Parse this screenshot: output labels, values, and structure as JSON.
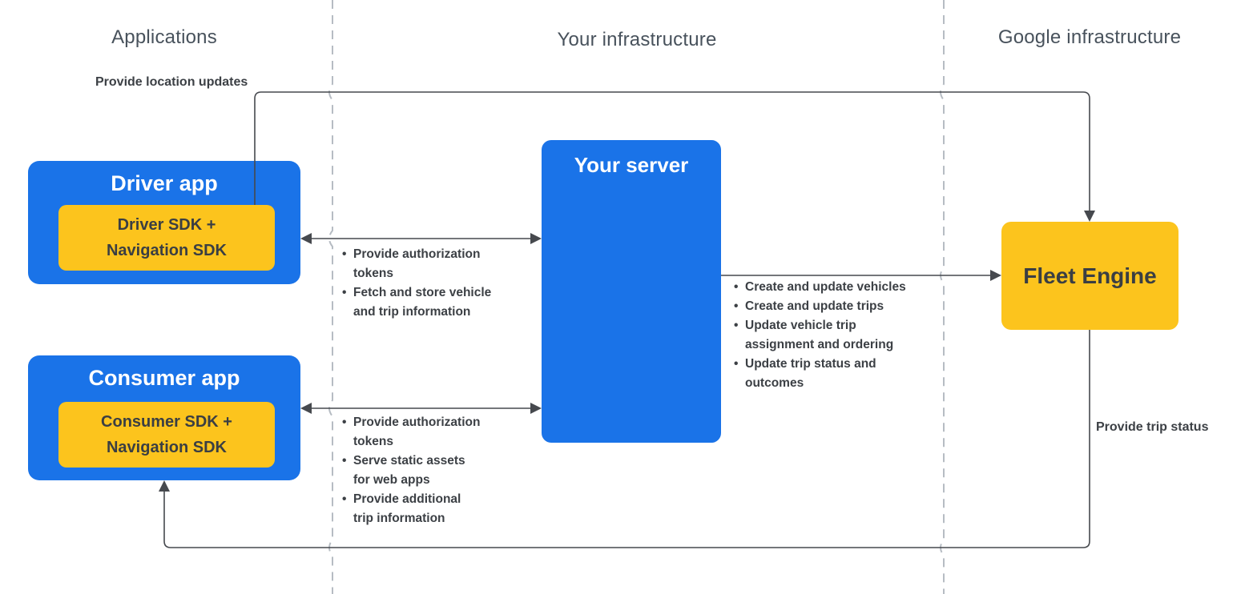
{
  "diagram": {
    "columns": {
      "applications": "Applications",
      "your_infrastructure": "Your infrastructure",
      "google_infrastructure": "Google infrastructure"
    },
    "nodes": {
      "driver_app": {
        "title": "Driver app",
        "sdk": "Driver SDK +\nNavigation SDK"
      },
      "consumer_app": {
        "title": "Consumer app",
        "sdk": "Consumer SDK +\nNavigation SDK"
      },
      "your_server": {
        "title": "Your server"
      },
      "fleet_engine": {
        "title": "Fleet Engine"
      }
    },
    "edge_labels": {
      "provide_location_updates": "Provide location updates",
      "provide_trip_status": "Provide trip status"
    },
    "edge_lists": {
      "driver_server": [
        "Provide authorization\ntokens",
        "Fetch and store vehicle\nand trip information"
      ],
      "consumer_server": [
        "Provide authorization\ntokens",
        "Serve static assets\nfor web apps",
        "Provide additional\ntrip information"
      ],
      "server_fleet": [
        "Create and update vehicles",
        "Create and update trips",
        "Update vehicle trip\nassignment and ordering",
        "Update trip status and\noutcomes"
      ]
    },
    "colors": {
      "blue": "#1a73e8",
      "yellow": "#fcc41d",
      "text": "#3c4045",
      "header_text": "#48525c",
      "connector": "#46494e",
      "dashed_divider": "#b6bcc3"
    }
  }
}
